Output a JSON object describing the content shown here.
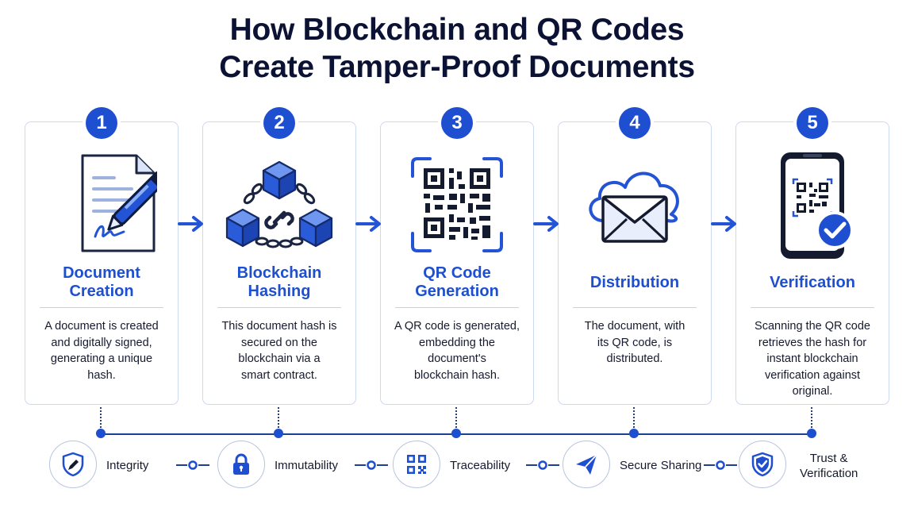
{
  "title": {
    "line1": "How Blockchain and QR Codes",
    "line2": "Create Tamper-Proof Documents"
  },
  "steps": [
    {
      "number": "1",
      "title": [
        "Document",
        "Creation"
      ],
      "desc": [
        "A document is created",
        "and digitally signed,",
        "generating a unique",
        "hash."
      ],
      "icon": "document-pen-icon"
    },
    {
      "number": "2",
      "title": [
        "Blockchain",
        "Hashing"
      ],
      "desc": [
        "This document hash is",
        "secured on the",
        "blockchain via a",
        "smart contract."
      ],
      "icon": "blockchain-blocks-icon"
    },
    {
      "number": "3",
      "title": [
        "QR Code",
        "Generation"
      ],
      "desc": [
        "A QR code is generated,",
        "embedding the",
        "document's",
        "blockchain hash."
      ],
      "icon": "qr-code-icon"
    },
    {
      "number": "4",
      "title": [
        "Distribution"
      ],
      "desc": [
        "The document, with",
        "its QR code, is",
        "distributed."
      ],
      "icon": "cloud-envelope-icon"
    },
    {
      "number": "5",
      "title": [
        "Verification"
      ],
      "desc": [
        "Scanning the QR code",
        "retrieves the hash for",
        "instant blockchain",
        "verification against",
        "original."
      ],
      "icon": "phone-qr-check-icon"
    }
  ],
  "benefits": [
    {
      "label": [
        "Integrity"
      ],
      "icon": "shield-pen-icon"
    },
    {
      "label": [
        "Immutability"
      ],
      "icon": "lock-icon"
    },
    {
      "label": [
        "Traceability"
      ],
      "icon": "qr-small-icon"
    },
    {
      "label": [
        "Secure Sharing"
      ],
      "icon": "paper-plane-icon"
    },
    {
      "label": [
        "Trust &",
        "Verification"
      ],
      "icon": "shield-check-icon"
    }
  ],
  "colors": {
    "accent": "#1f4fd1",
    "title": "#0b1233",
    "card_border": "#cdd9ee"
  }
}
